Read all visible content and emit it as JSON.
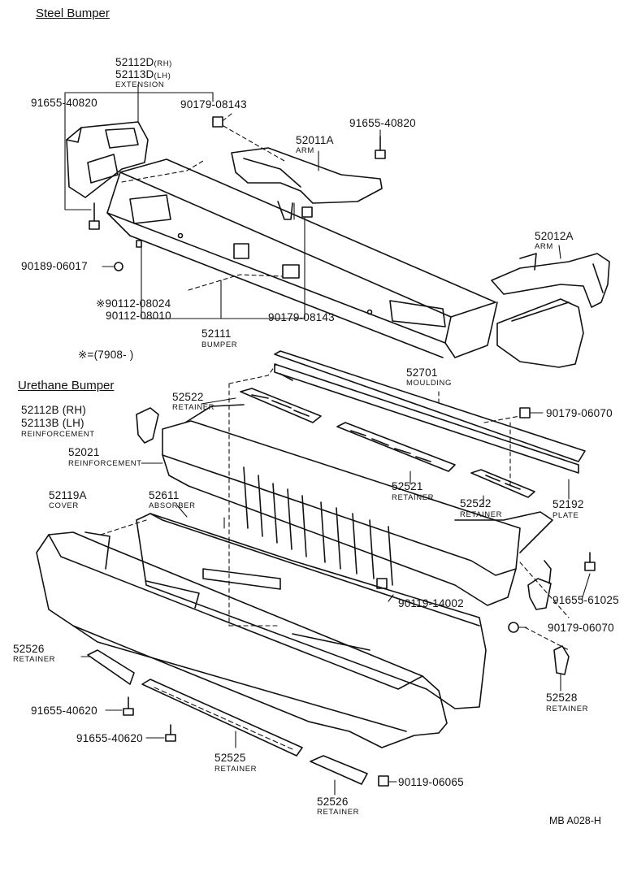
{
  "sections": {
    "steel": "Steel Bumper",
    "urethane": "Urethane Bumper"
  },
  "note": "※=(7908-        )",
  "ref_code": "MB A028-H",
  "parts": {
    "p52112D": "52112D",
    "p52112D_side": "(RH)",
    "p52113D": "52113D",
    "p52113D_side": "(LH)",
    "extension": "EXTENSION",
    "p91655_40820_a": "91655-40820",
    "p90179_08143_a": "90179-08143",
    "p91655_40820_b": "91655-40820",
    "p52011A": "52011A",
    "arm_a": "ARM",
    "p52012A": "52012A",
    "arm_b": "ARM",
    "p90189_06017": "90189-06017",
    "p90112_08024": "※90112-08024",
    "p90112_08010": "90112-08010",
    "p90179_08143_b": "90179-08143",
    "p52111": "52111",
    "bumper": "BUMPER",
    "p52701": "52701",
    "moulding": "MOULDING",
    "p52522_a": "52522",
    "retainer_a": "RETAINER",
    "p90179_06070_a": "90179-06070",
    "p52112B": "52112B (RH)",
    "p52113B": "52113B (LH)",
    "reinforcement_a": "REINFORCEMENT",
    "p52021": "52021",
    "reinforcement_b": "REINFORCEMENT",
    "p52521": "52521",
    "retainer_b": "RETAINER",
    "p52522_b": "52522",
    "retainer_c": "RETAINER",
    "p52192": "52192",
    "plate": "PLATE",
    "p52119A": "52119A",
    "cover": "COVER",
    "p52611": "52611",
    "absorber": "ABSORBER",
    "p90119_14002": "90119-14002",
    "p91655_61025": "91655-61025",
    "p90179_06070_b": "90179-06070",
    "p52526_a": "52526",
    "retainer_d": "RETAINER",
    "p91655_40620_a": "91655-40620",
    "p91655_40620_b": "91655-40620",
    "p52525": "52525",
    "retainer_e": "RETAINER",
    "p52528": "52528",
    "retainer_f": "RETAINER",
    "p90119_06065": "90119-06065",
    "p52526_b": "52526",
    "retainer_g": "RETAINER"
  }
}
